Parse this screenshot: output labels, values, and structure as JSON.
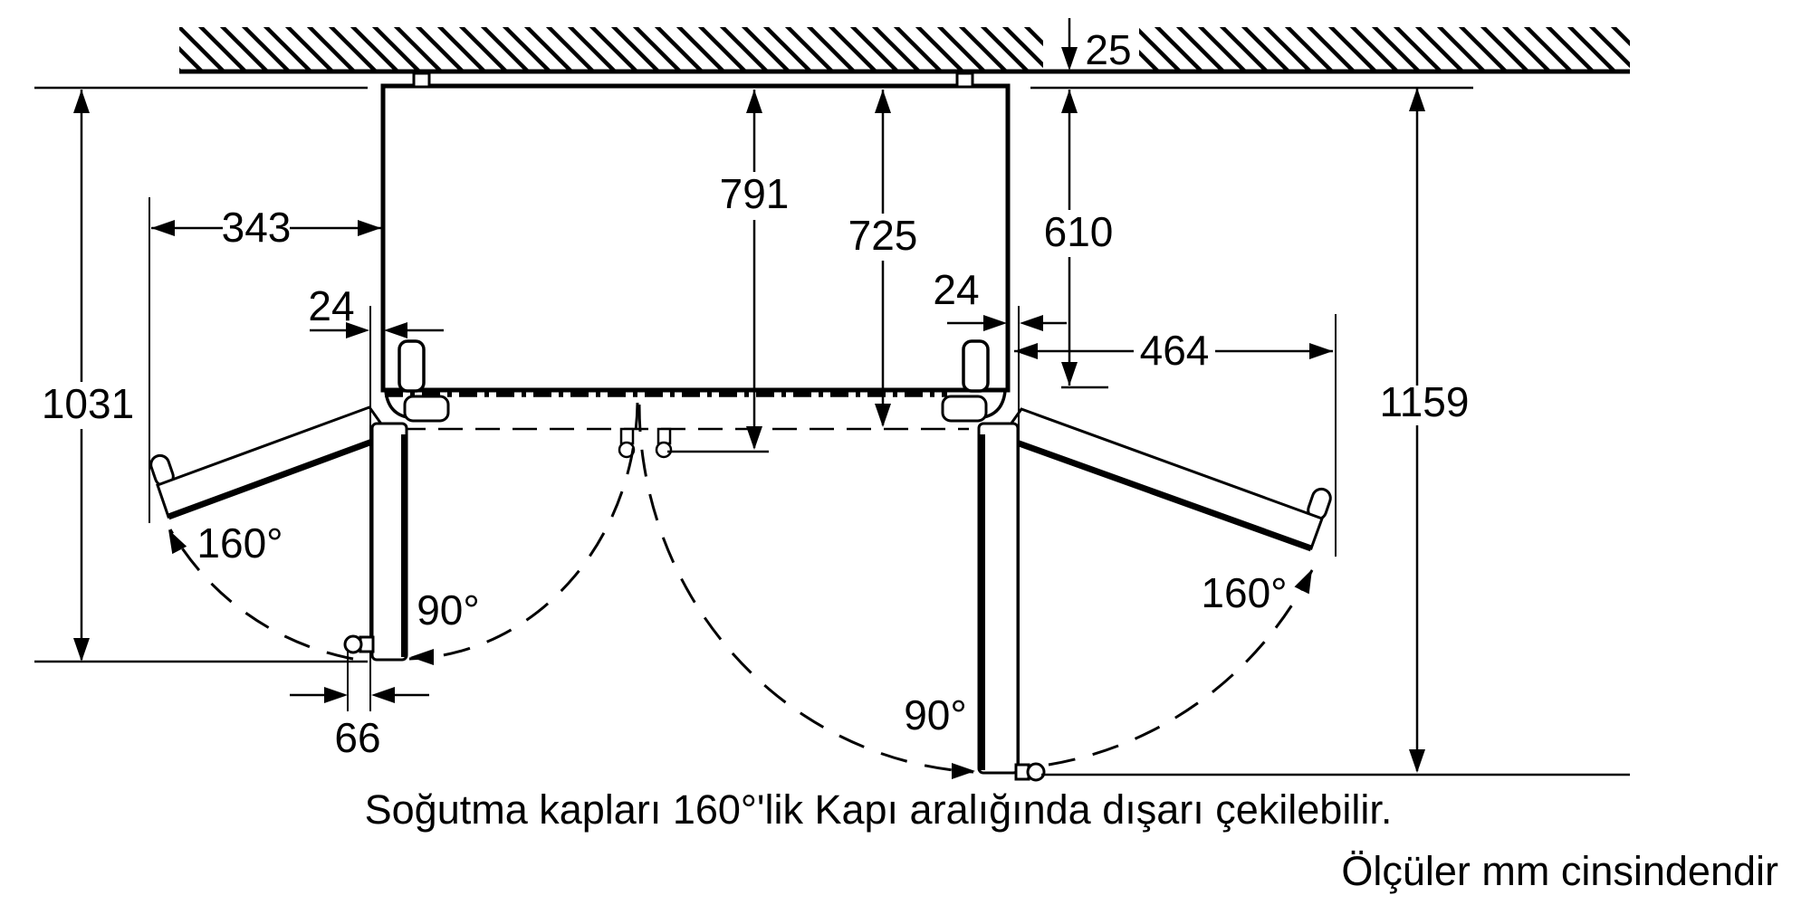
{
  "diagram": {
    "unit_note": "Ölçüler mm cinsindendir",
    "caption": "Soğutma kapları 160°'lik Kapı aralığında dışarı çekilebilir.",
    "colors": {
      "line": "#000000",
      "background": "#ffffff"
    },
    "dims": {
      "wall_gap": "25",
      "depth_791": "791",
      "depth_725": "725",
      "depth_610": "610",
      "left_door_width": "343",
      "left_door_thickness": "24",
      "right_door_thickness": "24",
      "right_door_width": "464",
      "left_overall": "1031",
      "right_overall": "1159",
      "left_handle_clearance": "66",
      "left_door_max_angle": "160°",
      "left_door_right_angle": "90°",
      "right_door_max_angle": "160°",
      "right_door_right_angle": "90°"
    }
  }
}
